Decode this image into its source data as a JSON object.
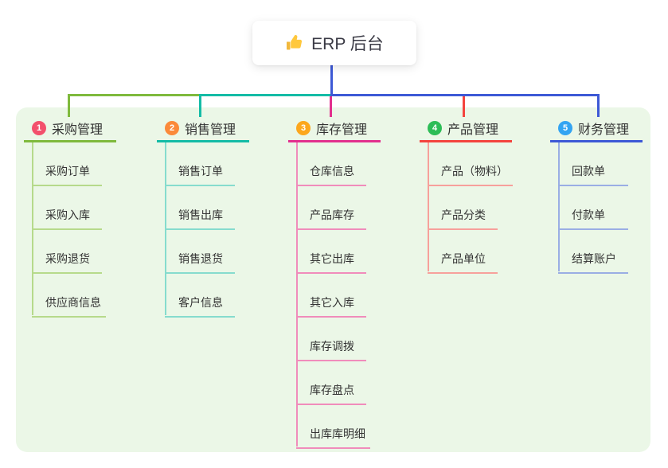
{
  "root": {
    "icon": "thumbs-up",
    "label": "ERP 后台"
  },
  "colors": {
    "canvas_bg": "#FFFFFF",
    "panel_bg": "#EBF7E7",
    "root_line": "#3D59D6",
    "text": "#333333"
  },
  "branches": [
    {
      "num": "1",
      "label": "采购管理",
      "line_color": "#7FBA3D",
      "child_line_color": "#B6DA8B",
      "badge_color": "#F3506C",
      "children": [
        "采购订单",
        "采购入库",
        "采购退货",
        "供应商信息"
      ]
    },
    {
      "num": "2",
      "label": "销售管理",
      "line_color": "#14BCA6",
      "child_line_color": "#86DCCE",
      "badge_color": "#FB8A3A",
      "children": [
        "销售订单",
        "销售出库",
        "销售退货",
        "客户信息"
      ]
    },
    {
      "num": "3",
      "label": "库存管理",
      "line_color": "#E2308E",
      "child_line_color": "#F08CBB",
      "badge_color": "#FCA71D",
      "children": [
        "仓库信息",
        "产品库存",
        "其它出库",
        "其它入库",
        "库存调拨",
        "库存盘点",
        "出库库明细"
      ]
    },
    {
      "num": "4",
      "label": "产品管理",
      "line_color": "#F4443E",
      "child_line_color": "#F7A09B",
      "badge_color": "#2DBD57",
      "children": [
        "产品（物料）",
        "产品分类",
        "产品单位"
      ]
    },
    {
      "num": "5",
      "label": "财务管理",
      "line_color": "#3D59D6",
      "child_line_color": "#9AAEE4",
      "badge_color": "#33A4F2",
      "children": [
        "回款单",
        "付款单",
        "结算账户"
      ]
    }
  ]
}
